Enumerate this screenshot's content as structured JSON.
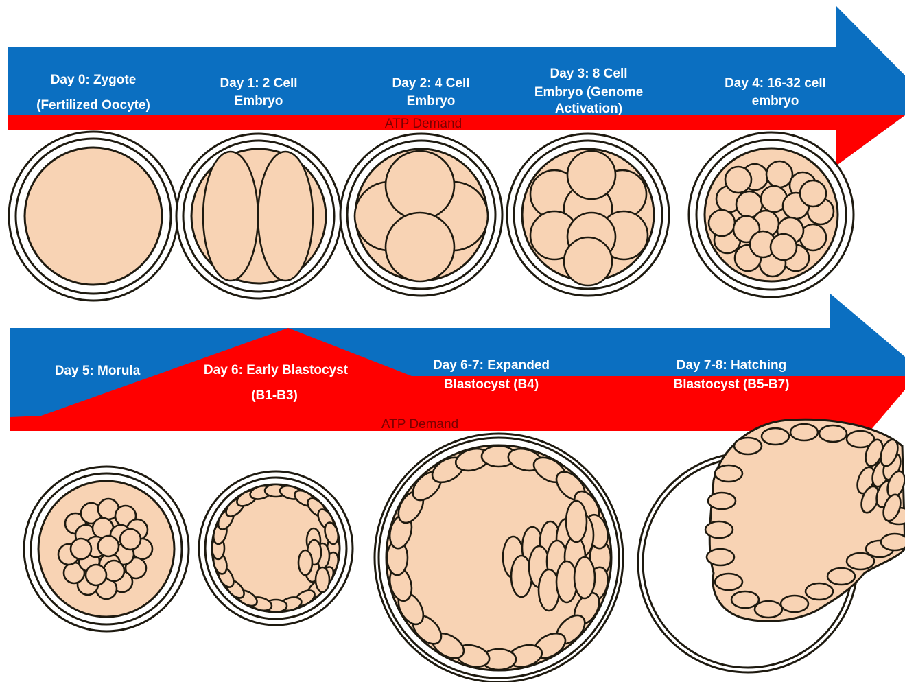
{
  "colors": {
    "timeline_blue": "#0b6fc1",
    "atp_red": "#ff0000",
    "cytoplasm": "#f8d3b4",
    "outline": "#1e1a10",
    "label_text": "#ffffff",
    "atp_text": "#7a0000"
  },
  "row1": {
    "atp_label": "ATP Demand",
    "stages": [
      {
        "id": "day0",
        "lines": [
          "Day 0: Zygote",
          "(Fertilized Oocyte)"
        ]
      },
      {
        "id": "day1",
        "lines": [
          "Day 1: 2 Cell",
          "Embryo"
        ]
      },
      {
        "id": "day2",
        "lines": [
          "Day 2: 4 Cell",
          "Embryo"
        ]
      },
      {
        "id": "day3",
        "lines": [
          "Day 3: 8 Cell",
          "Embryo (Genome",
          "Activation)"
        ]
      },
      {
        "id": "day4",
        "lines": [
          "Day 4: 16-32 cell",
          "embryo"
        ]
      }
    ]
  },
  "row2": {
    "atp_label": "ATP Demand",
    "stages": [
      {
        "id": "day5",
        "lines": [
          "Day 5: Morula"
        ]
      },
      {
        "id": "day6",
        "lines": [
          "Day 6: Early Blastocyst",
          "(B1-B3)"
        ]
      },
      {
        "id": "day6-7",
        "lines": [
          "Day 6-7: Expanded",
          "Blastocyst (B4)"
        ]
      },
      {
        "id": "day7-8",
        "lines": [
          "Day 7-8: Hatching",
          "Blastocyst (B5-B7)"
        ]
      }
    ]
  }
}
